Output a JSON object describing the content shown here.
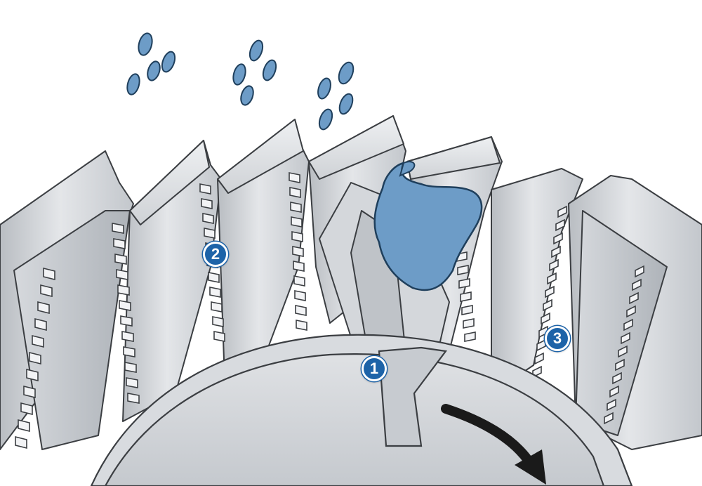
{
  "markers": [
    {
      "label": "1"
    },
    {
      "label": "2"
    },
    {
      "label": "3"
    }
  ],
  "colors": {
    "steel": "#c9ccd0",
    "steel_light": "#e2e4e7",
    "steel_dark": "#9ea3a9",
    "outline": "#3b3e42",
    "chip_blue": "#6d9cc7",
    "chip_outline": "#1f3f5c",
    "marker_blue": "#1d63a8",
    "arrow": "#1a1a1a"
  },
  "icons": {
    "rotation_arrow": "curved-arrow-icon",
    "chip_particles": "metal-chip-icon",
    "chip_buildup": "built-up-edge-icon"
  }
}
